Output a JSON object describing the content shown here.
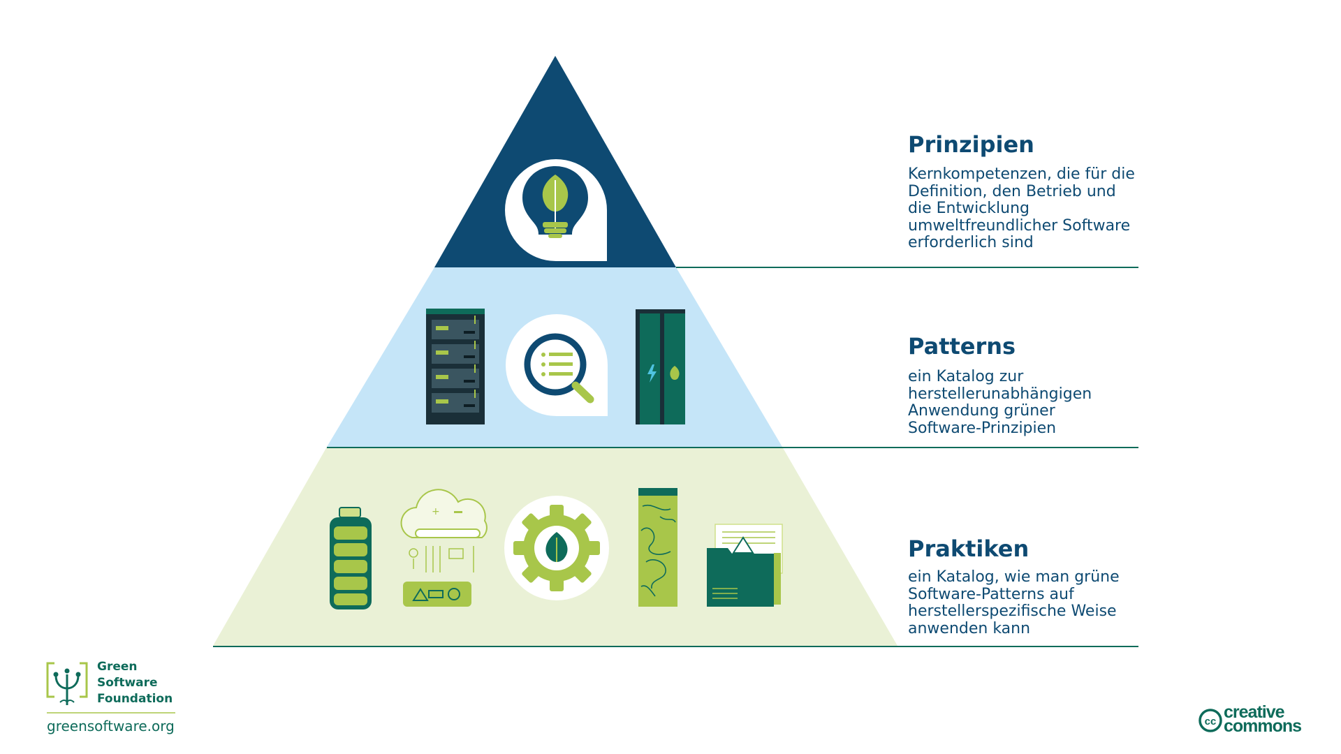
{
  "levels": [
    {
      "title": "Prinzipien",
      "description_lines": [
        "Kernkompetenzen, die für die",
        "Definition, den Betrieb und",
        "die Entwicklung",
        "umweltfreundlicher Software",
        "erforderlich sind"
      ]
    },
    {
      "title": "Patterns",
      "description_lines": [
        "ein Katalog zur",
        "herstellerunabhängigen",
        "Anwendung grüner",
        "Software-Prinzipien"
      ]
    },
    {
      "title": "Praktiken",
      "description_lines": [
        "ein Katalog, wie man grüne",
        "Software-Patterns auf",
        "herstellerspezifische Weise",
        "anwenden kann"
      ]
    }
  ],
  "brand": {
    "name_lines": [
      "Green",
      "Software",
      "Foundation"
    ],
    "url": "greensoftware.org"
  },
  "license": {
    "badge": "cc",
    "word1": "creative",
    "word2": "commons"
  },
  "icons": {
    "top": [
      "lightbulb-leaf-icon"
    ],
    "middle": [
      "server-rack-icon",
      "magnifier-list-icon",
      "books-icon"
    ],
    "bottom": [
      "battery-icon",
      "cloud-devices-icon",
      "gear-leaf-icon",
      "contour-book-icon",
      "folder-docs-icon"
    ]
  },
  "colors": {
    "dark_navy": "#0e4a72",
    "light_blue": "#c5e5f8",
    "pale_green": "#eaf1d6",
    "teal": "#0e6b5a",
    "lime": "#a8c64a"
  }
}
